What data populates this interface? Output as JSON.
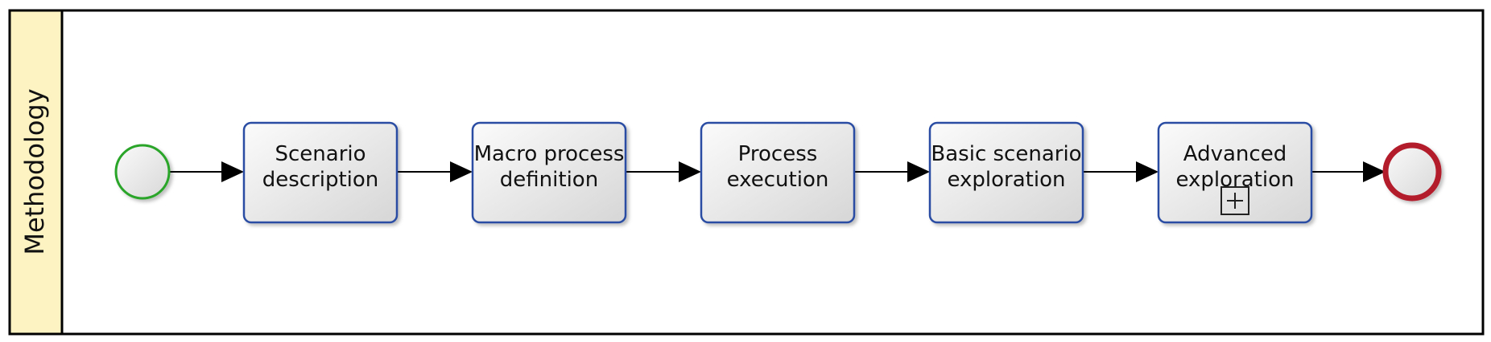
{
  "pool": {
    "lane_label": "Methodology",
    "lane_fill": "#fdf3c2",
    "border_color": "#000000"
  },
  "start_event": {
    "type": "start-event",
    "stroke": "#2aa52a"
  },
  "end_event": {
    "type": "end-event",
    "stroke": "#b31b2b"
  },
  "tasks": [
    {
      "name": "task-scenario-description",
      "lines": [
        "Scenario",
        "description"
      ],
      "subprocess": false
    },
    {
      "name": "task-macro-process-definition",
      "lines": [
        "Macro process",
        "definition"
      ],
      "subprocess": false
    },
    {
      "name": "task-process-execution",
      "lines": [
        "Process",
        "execution"
      ],
      "subprocess": false
    },
    {
      "name": "task-basic-scenario-exploration",
      "lines": [
        "Basic scenario",
        "exploration"
      ],
      "subprocess": false
    },
    {
      "name": "task-advanced-exploration",
      "lines": [
        "Advanced",
        "exploration"
      ],
      "subprocess": true
    }
  ],
  "colors": {
    "task_stroke": "#2b4ea3",
    "task_fill_top": "#fbfbfb",
    "task_fill_bottom": "#d6d6d6",
    "flow": "#000000"
  }
}
